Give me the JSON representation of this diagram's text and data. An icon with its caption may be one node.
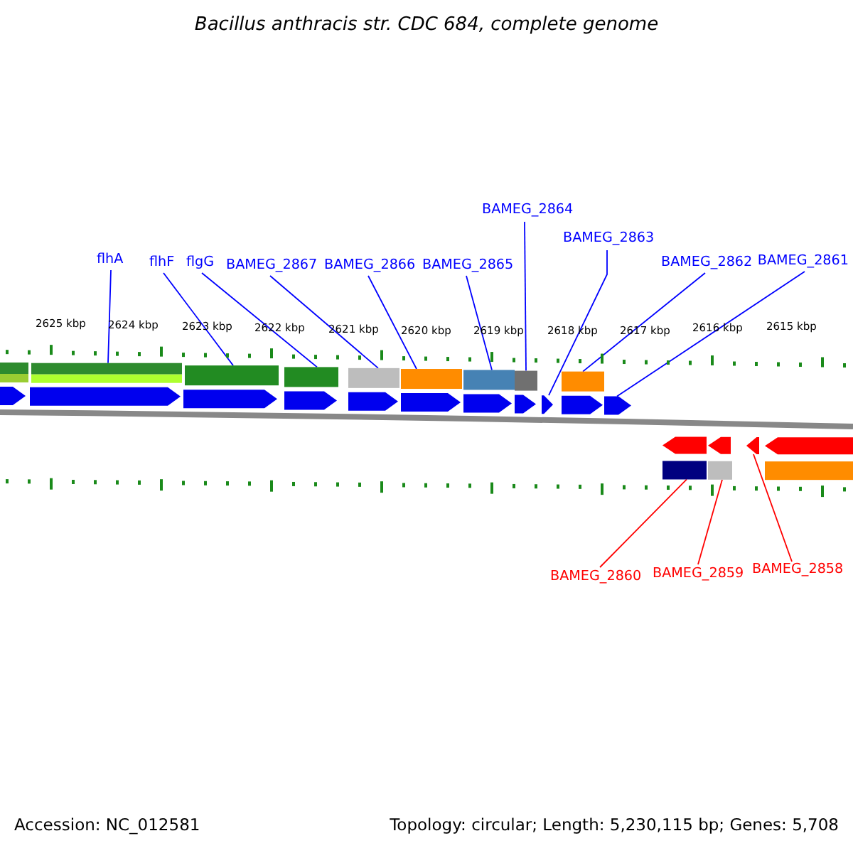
{
  "diagram": {
    "title": "Bacillus anthracis str. CDC 684, complete genome",
    "nodes": [
      {
        "text": [
          "flhA"
        ]
      },
      {
        "text": [
          "flhF"
        ]
      },
      {
        "text": [
          "flgG"
        ]
      },
      {
        "text": [
          "BAMEG_2867"
        ]
      },
      {
        "text": [
          "BAMEG_2866"
        ]
      },
      {
        "text": [
          "BAMEG_2865"
        ]
      },
      {
        "text": [
          "BAMEG_2864"
        ]
      },
      {
        "text": [
          "BAMEG_2863"
        ]
      },
      {
        "text": [
          "BAMEG_2862"
        ]
      },
      {
        "text": [
          "BAMEG_2861"
        ]
      },
      {
        "text": [
          "BAMEG_2860"
        ]
      },
      {
        "text": [
          "BAMEG_2859"
        ]
      },
      {
        "text": [
          "BAMEG_2858"
        ]
      },
      {
        "text": [],
        "shape": "arrow"
      },
      {
        "text": [],
        "shape": "arrow"
      },
      {
        "text": [],
        "shape": "arrow"
      },
      {
        "text": [],
        "shape": "arrow"
      },
      {
        "text": [],
        "shape": "arrow"
      },
      {
        "text": [],
        "shape": "arrow"
      },
      {
        "text": [],
        "shape": "arrow"
      },
      {
        "text": [],
        "shape": "arrow"
      },
      {
        "text": [],
        "shape": "arrow"
      },
      {
        "text": [],
        "shape": "arrow"
      },
      {
        "text": [],
        "shape": "arrow"
      },
      {
        "text": [],
        "shape": "arrow"
      },
      {
        "text": [],
        "shape": "arrow"
      },
      {
        "text": [],
        "shape": "arrow"
      },
      {
        "text": [],
        "shape": "arrow"
      }
    ],
    "edges": [
      {
        "from": 0,
        "to": 14,
        "arrow": "none"
      },
      {
        "from": 1,
        "to": 15,
        "arrow": "none"
      },
      {
        "from": 2,
        "to": 16,
        "arrow": "none"
      },
      {
        "from": 3,
        "to": 17,
        "arrow": "none"
      },
      {
        "from": 4,
        "to": 18,
        "arrow": "none"
      },
      {
        "from": 5,
        "to": 19,
        "arrow": "none"
      },
      {
        "from": 6,
        "to": 20,
        "arrow": "none"
      },
      {
        "from": 7,
        "to": 21,
        "arrow": "none"
      },
      {
        "from": 8,
        "to": 22,
        "arrow": "none"
      },
      {
        "from": 9,
        "to": 23,
        "arrow": "none"
      },
      {
        "from": 10,
        "to": 24,
        "arrow": "none",
        "color": "#ff0000"
      },
      {
        "from": 11,
        "to": 25,
        "arrow": "none",
        "color": "#ff0000"
      },
      {
        "from": 12,
        "to": 26,
        "arrow": "none",
        "color": "#ff0000"
      }
    ],
    "labels": [
      "2625 kbp",
      "2624 kbp",
      "2623 kbp",
      "2622 kbp",
      "2621 kbp",
      "2620 kbp",
      "2619 kbp",
      "2618 kbp",
      "2617 kbp",
      "2616 kbp",
      "2615 kbp",
      "Accession: NC_012581",
      "Topology: circular; Length: 5,230,115 bp; Genes: 5,708"
    ]
  }
}
